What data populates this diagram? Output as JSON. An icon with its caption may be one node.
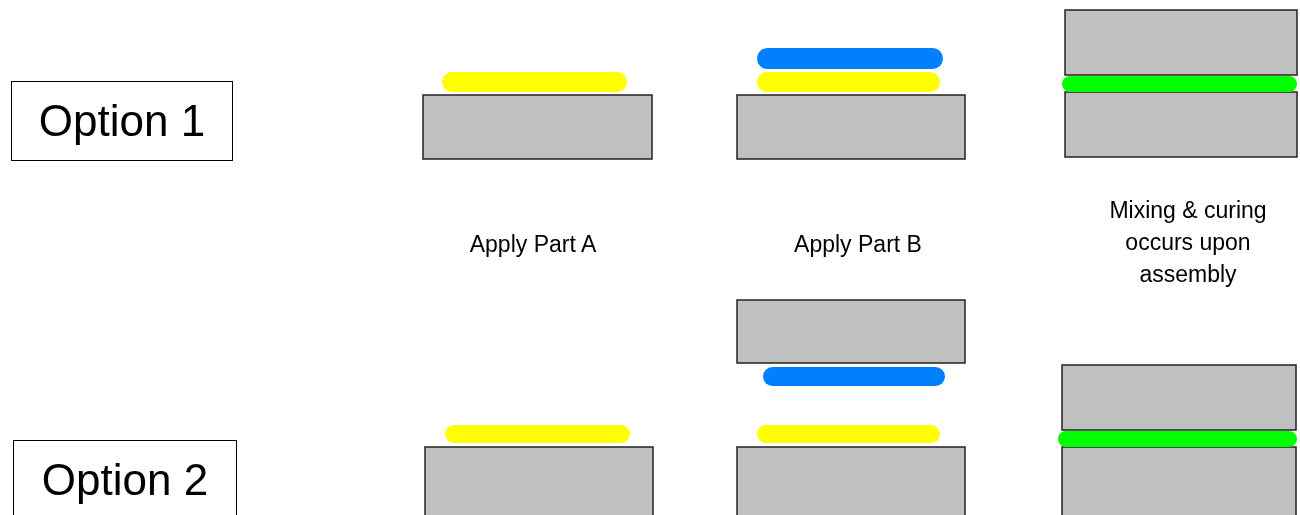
{
  "diagram": {
    "nodes": [
      {
        "text": [
          "Option 1"
        ]
      },
      {
        "text": [
          "Option 2"
        ]
      }
    ],
    "labels": [
      "Apply Part A",
      "Apply Part B",
      "Mixing & curing occurs upon assembly"
    ]
  }
}
